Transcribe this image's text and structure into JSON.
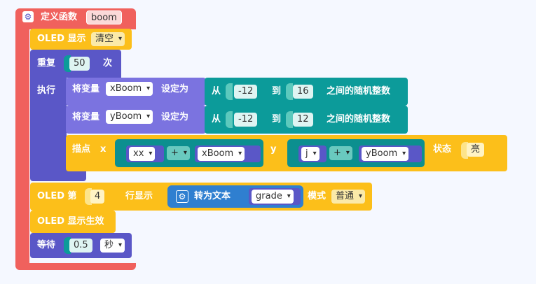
{
  "func": {
    "label": "定义函数",
    "name": "boom"
  },
  "oled_show": {
    "label": "OLED 显示",
    "mode": "清空"
  },
  "repeat": {
    "label": "重复",
    "count": "50",
    "unit": "次",
    "do_label": "执行"
  },
  "set_x": {
    "label": "将变量",
    "var": "xBoom",
    "set_label": "设定为",
    "from_label": "从",
    "from": "-12",
    "to_label": "到",
    "to": "16",
    "suffix": "之间的随机整数"
  },
  "set_y": {
    "label": "将变量",
    "var": "yBoom",
    "set_label": "设定为",
    "from_label": "从",
    "from": "-12",
    "to_label": "到",
    "to": "12",
    "suffix": "之间的随机整数"
  },
  "plot": {
    "label": "描点",
    "x_label": "x",
    "x_a": "xx",
    "x_op": "+",
    "x_b": "xBoom",
    "y_label": "y",
    "y_a": "j",
    "y_op": "+",
    "y_b": "yBoom",
    "state_label": "状态",
    "state": "亮"
  },
  "oled_line": {
    "prefix": "OLED 第",
    "line": "4",
    "mid": "行显示",
    "convert_label": "转为文本",
    "var": "grade",
    "mode_label": "模式",
    "mode": "普通"
  },
  "oled_apply": {
    "label": "OLED 显示生效"
  },
  "wait": {
    "label": "等待",
    "value": "0.5",
    "unit": "秒"
  },
  "colors": {
    "function": "#f0615d",
    "oled": "#fcbf1a",
    "loop": "#5a57c7",
    "variable": "#7b73e0",
    "math": "#0c9b9a",
    "text": "#2f7fd0",
    "background": "#f5f8ff"
  },
  "icons": {
    "function": "gear-icon",
    "convert": "gear-icon"
  }
}
